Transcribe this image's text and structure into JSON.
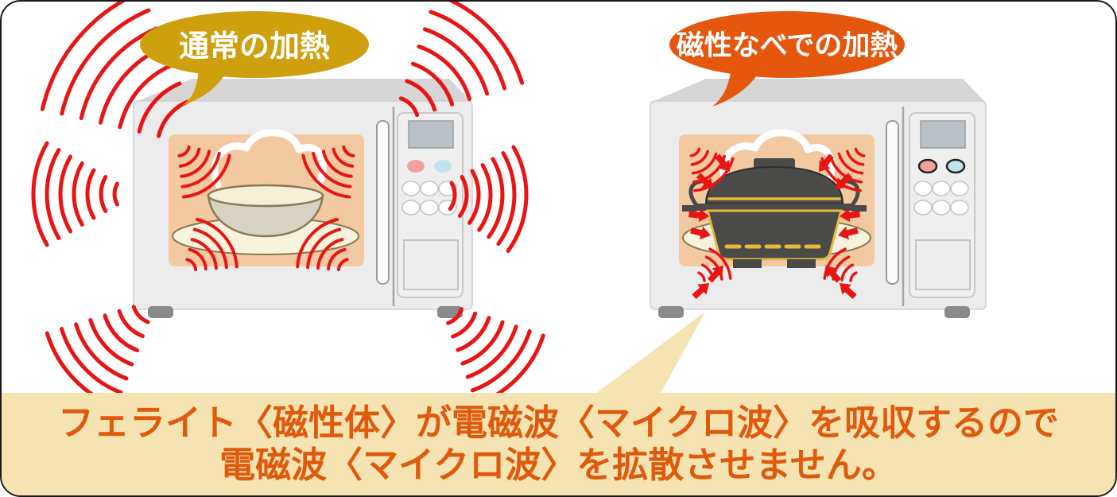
{
  "left_scene": {
    "bubble_label": "通常の加熱",
    "bubble_color": "#CFA00D"
  },
  "right_scene": {
    "bubble_label": "磁性なべでの加熱",
    "bubble_color": "#E4570D"
  },
  "caption": {
    "line1": "フェライト〈磁性体〉が電磁波〈マイクロ波〉を吸収するので",
    "line2": "電磁波〈マイクロ波〉を拡散させません。",
    "text_color": "#E05A0E",
    "background_color": "#F5E4B2"
  },
  "colors": {
    "wave_red": "#E91414",
    "oven_body": "#ECECEC",
    "oven_top": "#D6D6D6",
    "oven_edge": "#D0D0D0",
    "window_bg": "#F2C9A1",
    "plate": "#F8F3DD",
    "plate_outline": "#8A7A55",
    "bowl_body": "#D6D3C4",
    "bowl_rim": "#F6F0D8",
    "steam": "#FFFFFF",
    "pot_body": "#4A4A48",
    "pot_gold": "#E8B93B",
    "panel": "#EFEFEF",
    "display": "#B9C1C4",
    "button_red": "#F2A0A0",
    "button_cyan": "#BFE4EC",
    "foot": "#8A8A8A",
    "border": "#1A1A1A"
  }
}
